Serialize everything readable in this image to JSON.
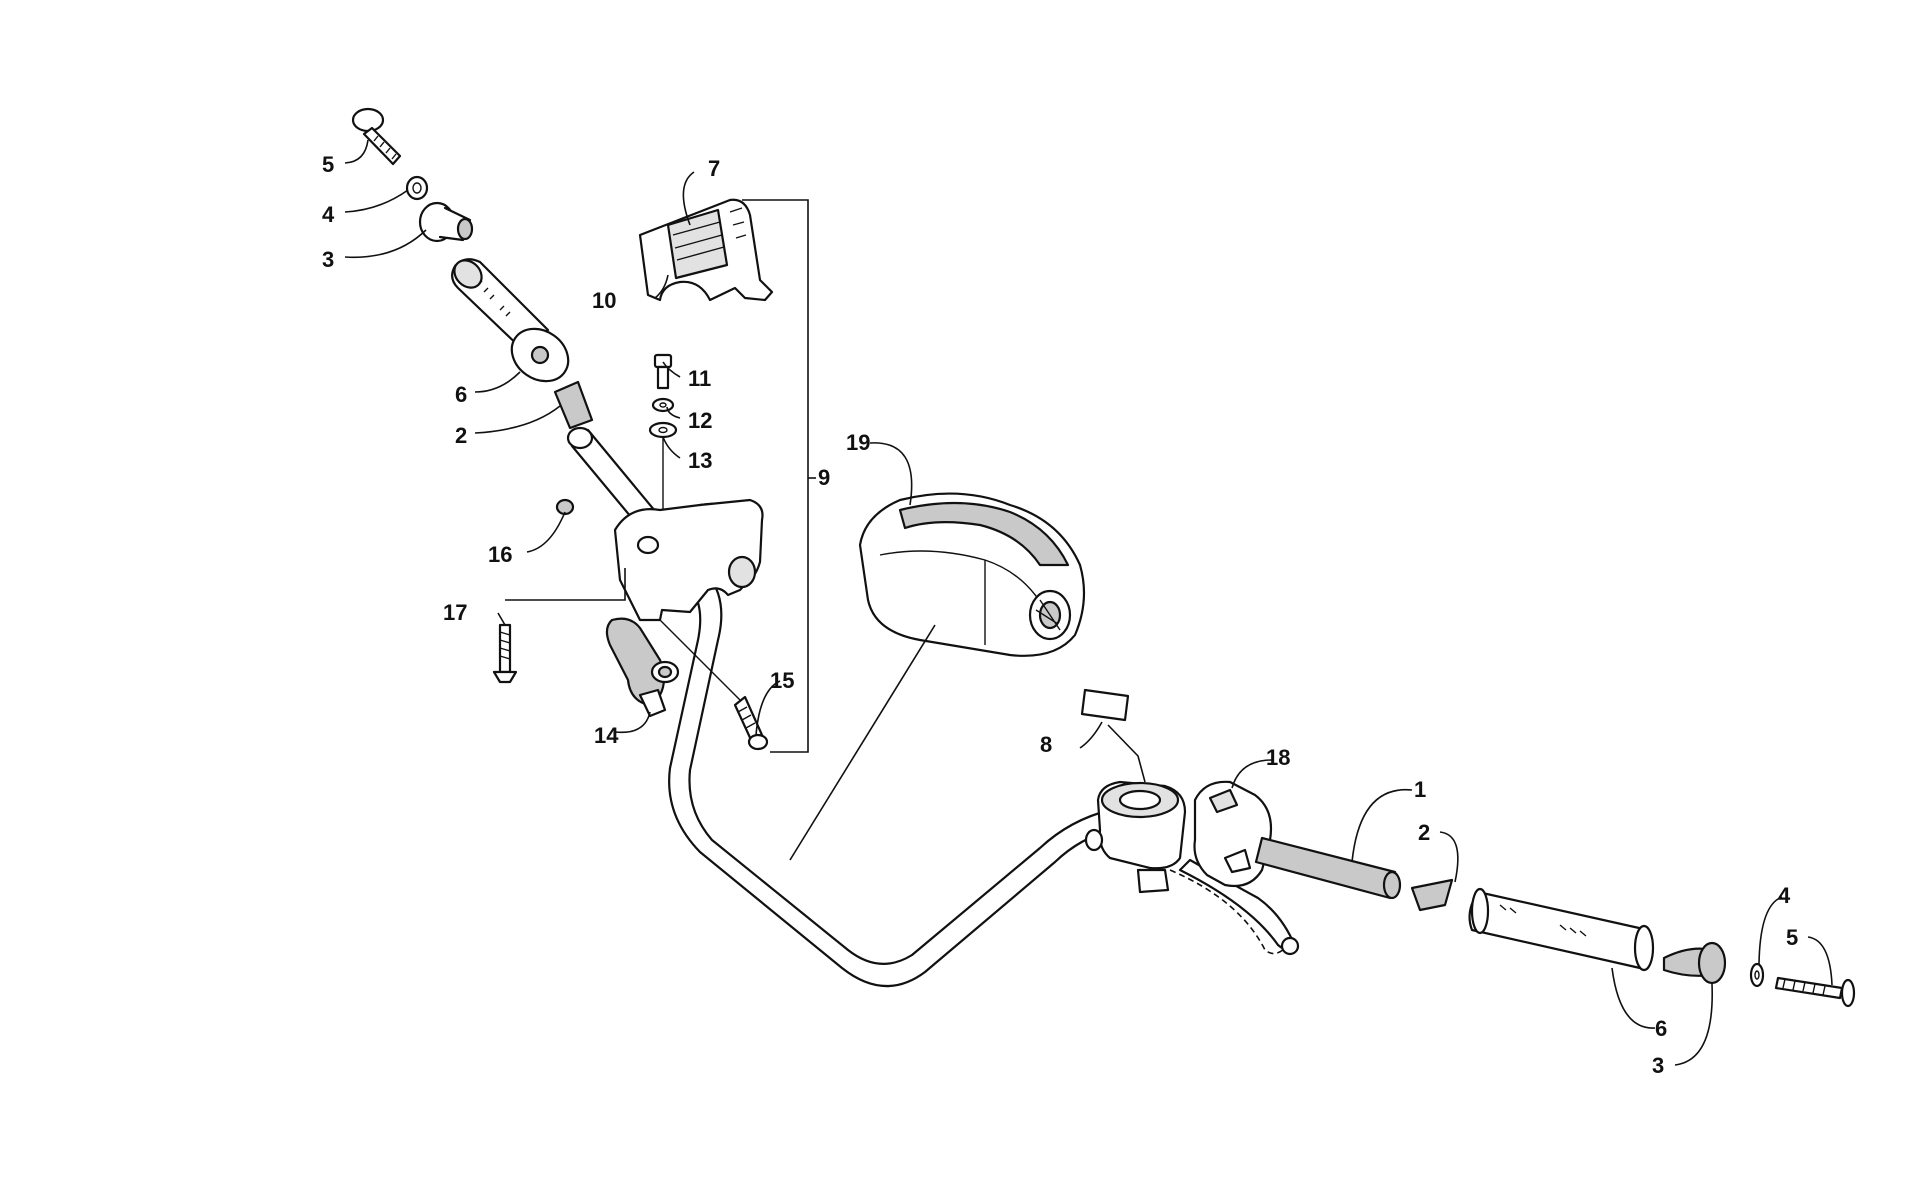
{
  "diagram": {
    "callouts": [
      {
        "id": "c5a",
        "label": "5"
      },
      {
        "id": "c4a",
        "label": "4"
      },
      {
        "id": "c3a",
        "label": "3"
      },
      {
        "id": "c6a",
        "label": "6"
      },
      {
        "id": "c2a",
        "label": "2"
      },
      {
        "id": "c7",
        "label": "7"
      },
      {
        "id": "c10",
        "label": "10"
      },
      {
        "id": "c11",
        "label": "11"
      },
      {
        "id": "c12",
        "label": "12"
      },
      {
        "id": "c13",
        "label": "13"
      },
      {
        "id": "c9",
        "label": "9"
      },
      {
        "id": "c16",
        "label": "16"
      },
      {
        "id": "c17",
        "label": "17"
      },
      {
        "id": "c14",
        "label": "14"
      },
      {
        "id": "c15",
        "label": "15"
      },
      {
        "id": "c19",
        "label": "19"
      },
      {
        "id": "c8",
        "label": "8"
      },
      {
        "id": "c18",
        "label": "18"
      },
      {
        "id": "c1",
        "label": "1"
      },
      {
        "id": "c2b",
        "label": "2"
      },
      {
        "id": "c4b",
        "label": "4"
      },
      {
        "id": "c5b",
        "label": "5"
      },
      {
        "id": "c6b",
        "label": "6"
      },
      {
        "id": "c3b",
        "label": "3"
      }
    ]
  }
}
